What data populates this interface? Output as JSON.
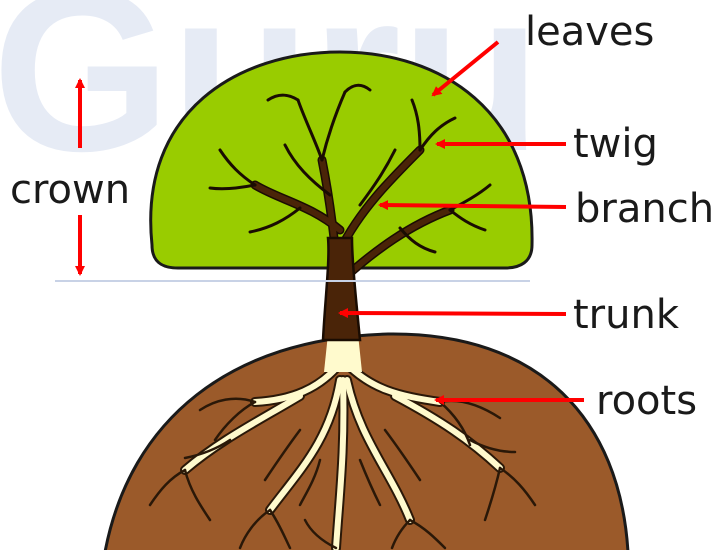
{
  "watermark": "Guru",
  "labels": {
    "leaves": "leaves",
    "twig": "twig",
    "branch": "branch",
    "trunk": "trunk",
    "roots": "roots",
    "crown": "crown"
  },
  "colors": {
    "leaves": "#99cc00",
    "leaves_outline": "#1a1a1a",
    "wood": "#4a2408",
    "soil": "#9b5a2a",
    "soil_outline": "#1a1a1a",
    "roots": "#fffacd",
    "arrows": "#ff0000",
    "text": "#1a1a1a"
  },
  "icons": {
    "arrow": "red-arrow-icon",
    "crown_span": "double-headed-vertical-arrow-icon"
  }
}
